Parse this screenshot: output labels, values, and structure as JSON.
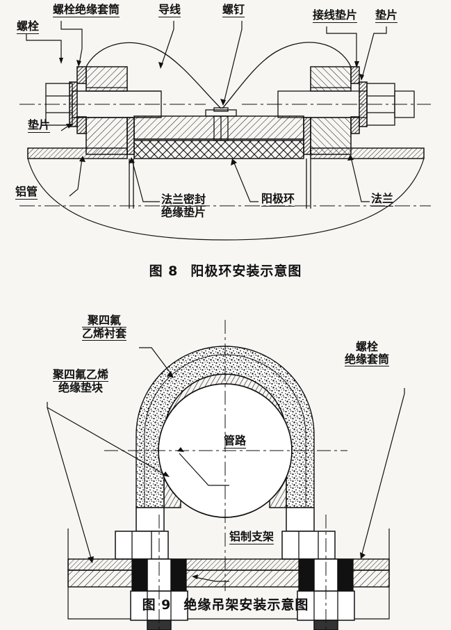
{
  "document": {
    "background_color": "#f7f6f3",
    "ink_color": "#111111",
    "kind": "scanned-technical-drawing-page"
  },
  "figure8": {
    "id": "figure-8",
    "caption_number": "图 8",
    "caption_title": "阳极环安装示意图",
    "caption_full": "图 8    阳极环安装示意图",
    "labels": {
      "bolt": "螺栓",
      "bolt_insulation_sleeve": "螺栓绝缘套筒",
      "wire": "导线",
      "screw": "螺钉",
      "wiring_gasket": "接线垫片",
      "gasket_top_right": "垫片",
      "gasket_left": "垫片",
      "aluminum_pipe": "铝管",
      "flange_seal_line1": "法兰密封",
      "flange_seal_line2": "绝缘垫片",
      "flange_seal_full": "法兰密封绝缘垫片",
      "anode_ring": "阳极环",
      "flange": "法兰"
    }
  },
  "figure9": {
    "id": "figure-9",
    "caption_number": "图 9",
    "caption_title": "绝缘吊架安装示意图",
    "caption_full": "图 9    绝缘吊架安装示意图",
    "labels": {
      "ptfe_bushing_line1": "聚四氟",
      "ptfe_bushing_line2": "乙烯衬套",
      "ptfe_bushing_full": "聚四氟乙烯衬套",
      "ptfe_pad_line1": "聚四氟乙烯",
      "ptfe_pad_line2": "绝缘垫块",
      "ptfe_pad_full": "聚四氟乙烯绝缘垫块",
      "bolt_sleeve_line1": "螺栓",
      "bolt_sleeve_line2": "绝缘套筒",
      "bolt_sleeve_full": "螺栓绝缘套筒",
      "pipeline": "管路",
      "aluminum_bracket": "铝制支架"
    }
  }
}
